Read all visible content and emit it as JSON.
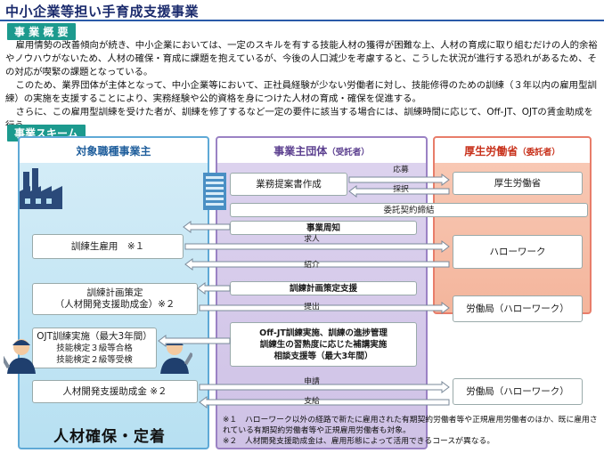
{
  "title": "中小企業等担い手育成支援事業",
  "overview": {
    "label": "事 業 概 要",
    "paragraphs": [
      "雇用情勢の改善傾向が続き、中小企業においては、一定のスキルを有する技能人材の獲得が困難な上、人材の育成に取り組むだけの人的余裕やノウハウがないため、人材の確保・育成に課題を抱えているが、今後の人口減少を考慮すると、こうした状況が進行する恐れがあるため、その対応が喫緊の課題となっている。",
      "このため、業界団体が主体となって、中小企業等において、正社員経験が少ない労働者に対し、技能修得のための訓練（３年以内の雇用型訓練）の実施を支援することにより、実務経験や公的資格を身につけた人材の育成・確保を促進する。",
      "さらに、この雇用型訓練を受けた者が、訓練を修了するなど一定の要件に該当する場合には、訓練時間に応じて、Off-JT、OJTの賃金助成を行う。"
    ]
  },
  "scheme": {
    "label": "事業スキーム",
    "left_header": "対象職種事業主",
    "mid_header": "事業主団体",
    "mid_header_sub": "（受託者）",
    "right_header": "厚生労働省",
    "right_header_sub": "（委託者）",
    "left_boxes": {
      "hire": "訓練生雇用　※１",
      "plan_line1": "訓練計画策定",
      "plan_line2": "（人材開発支援助成金）※２",
      "ojt_line1": "OJT訓練実施（最大3年間）",
      "ojt_line2": "技能検定３級等合格",
      "ojt_line3": "技能検定２級等受検",
      "subsidy": "人材開発支援助成金 ※２"
    },
    "mid_boxes": {
      "proposal": "業務提案書作成",
      "contract": "委託契約締結",
      "notice": "事業周知",
      "plan_support": "訓練計画策定支援",
      "offjt_line1": "Off-JT訓練実施、訓練の進捗管理",
      "offjt_line2": "訓練生の習熟度に応じた補講実施",
      "offjt_line3": "相談支援等（最大3年間）"
    },
    "right_boxes": {
      "mhlw": "厚生労働省",
      "hellowork": "ハローワーク",
      "labor_bureau_1": "労働局（ハローワーク）",
      "labor_bureau_2": "労働局（ハローワーク）"
    },
    "arrows": {
      "apply": "応募",
      "adopt": "採択",
      "job_offer": "求人",
      "referral": "紹介",
      "submit": "提出",
      "application": "申請",
      "payment": "支給"
    },
    "bottom_text": "人材確保・定着",
    "footnotes": [
      "※１　ハローワーク以外の経路で新たに雇用された有期契約労働者等や正規雇用労働者のほか、既に雇用されている有期契約労働者等や正規雇用労働者も対象。",
      "※２　人材開発支援助成金は、雇用形態によって活用できるコースが異なる。"
    ]
  }
}
